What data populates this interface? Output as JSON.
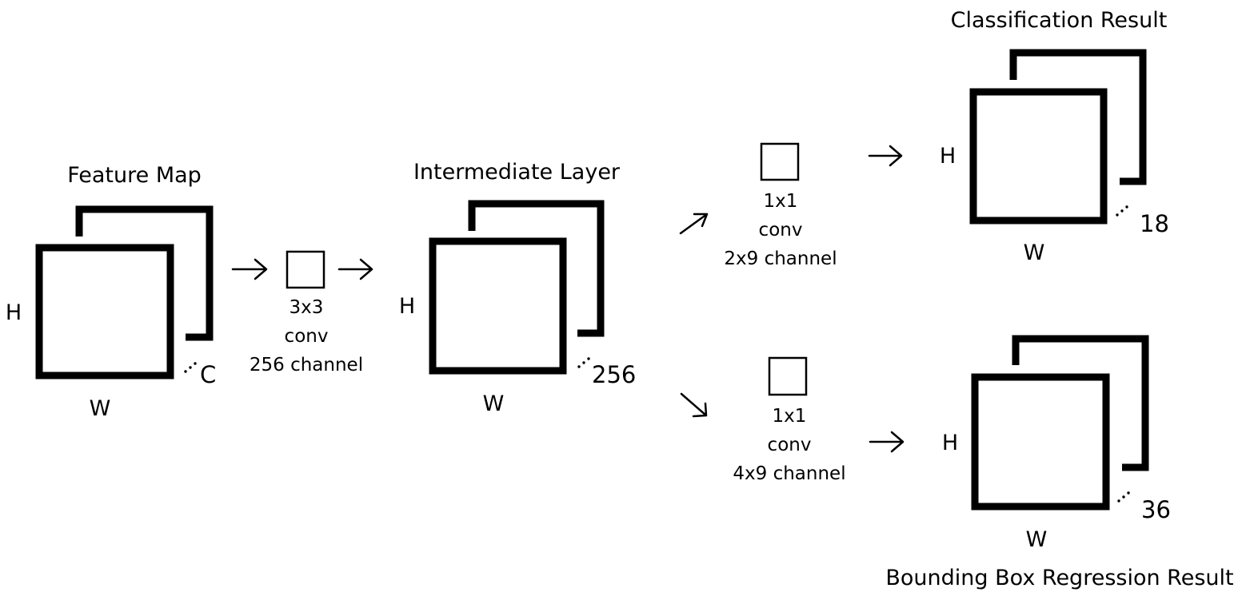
{
  "feature_map": {
    "title": "Feature Map",
    "height_label": "H",
    "width_label": "W",
    "depth_label": "C"
  },
  "conv3x3": {
    "line1": "3x3",
    "line2": "conv",
    "line3": "256 channel"
  },
  "intermediate": {
    "title": "Intermediate Layer",
    "height_label": "H",
    "width_label": "W",
    "depth_label": "256"
  },
  "cls_conv": {
    "line1": "1x1",
    "line2": "conv",
    "line3": "2x9 channel"
  },
  "reg_conv": {
    "line1": "1x1",
    "line2": "conv",
    "line3": "4x9 channel"
  },
  "classification": {
    "title": "Classification Result",
    "height_label": "H",
    "width_label": "W",
    "depth_label": "18"
  },
  "regression": {
    "title": "Bounding Box Regression Result",
    "height_label": "H",
    "width_label": "W",
    "depth_label": "36"
  }
}
